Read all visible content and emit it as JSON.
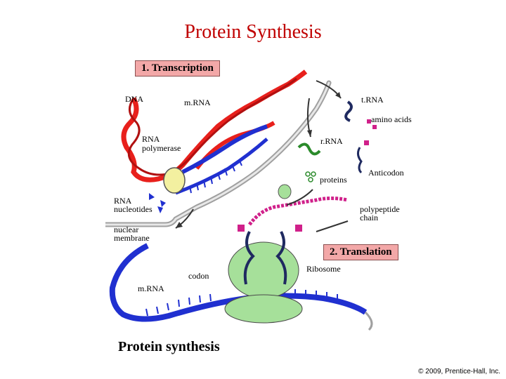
{
  "slide": {
    "title": "Protein Synthesis",
    "copyright": "© 2009, Prentice-Hall, Inc."
  },
  "figure": {
    "section_1": "1. Transcription",
    "section_2": "2. Translation",
    "caption": "Protein synthesis",
    "labels": {
      "dna": "DNA",
      "mrna_top": "m.RNA",
      "rna_polymerase_1": "RNA",
      "rna_polymerase_2": "polymerase",
      "rna_nucleotides_1": "RNA",
      "rna_nucleotides_2": "nucleotides",
      "nuclear_membrane_1": "nuclear",
      "nuclear_membrane_2": "membrane",
      "trna": "t.RNA",
      "amino_acids": "amino acids",
      "rrna": "r.RNA",
      "anticodon": "Anticodon",
      "proteins": "proteins",
      "polypeptide_1": "polypeptide",
      "polypeptide_2": "chain",
      "ribosome": "Ribosome",
      "codon": "codon",
      "mrna_bottom": "m.RNA"
    }
  },
  "colors": {
    "title": "#c00000",
    "dna": "#e8201c",
    "mrna": "#2030d0",
    "ribosome": "#a6e09a",
    "label_box": "#f3a8a8",
    "trna": "#1f2a60",
    "amino_acid": "#d0208a"
  }
}
